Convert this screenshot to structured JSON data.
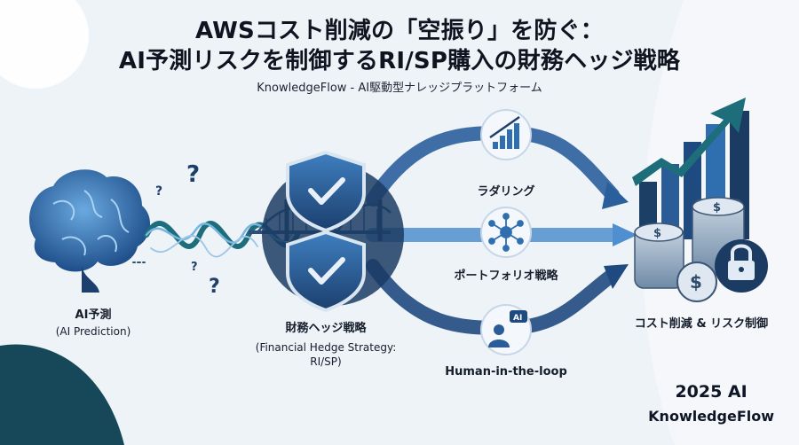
{
  "title": {
    "line1": "AWSコスト削減の「空振り」を防ぐ：",
    "line2": "AI予測リスクを制御するRI/SP購入の財務ヘッジ戦略"
  },
  "subtitle": "KnowledgeFlow - AI駆動型ナレッジプラットフォーム",
  "nodes": {
    "ai": {
      "label": "AI予測",
      "sub": "(AI Prediction)"
    },
    "hedge": {
      "label": "財務ヘッジ戦略",
      "sub_line1": "(Financial Hedge Strategy:",
      "sub_line2": "RI/SP)"
    },
    "laddering": {
      "label": "ラダリング"
    },
    "portfolio": {
      "label": "ポートフォリオ戦略"
    },
    "hitl": {
      "label": "Human-in-the-loop",
      "icon_text": "AI"
    },
    "result": {
      "label": "コスト削減 & リスク制御"
    }
  },
  "footer": {
    "year": "2025 AI",
    "brand": "KnowledgeFlow"
  },
  "colors": {
    "navy": "#1f3f6b",
    "blue": "#2f6fb0",
    "light_blue": "#7fb0dd",
    "teal_dark": "#16414f",
    "background": "#eef3f8"
  },
  "icons": [
    "brain-icon",
    "question-mark-icon",
    "shield-check-icon",
    "bridge-icon",
    "bar-chart-icon",
    "network-icon",
    "person-ai-icon",
    "coin-stack-icon",
    "lock-icon",
    "trend-arrow-icon"
  ]
}
